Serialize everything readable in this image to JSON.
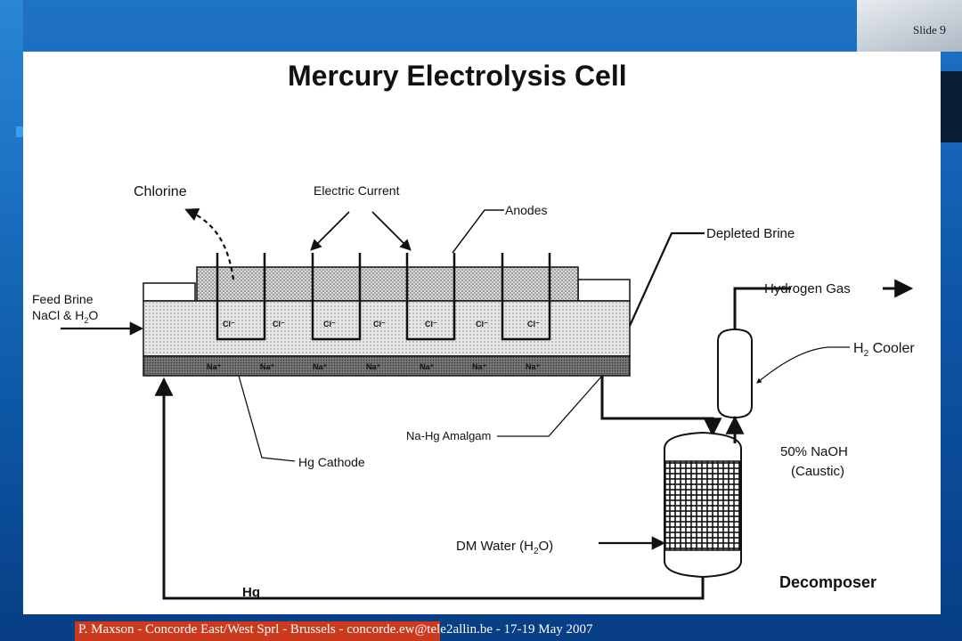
{
  "slide": {
    "label": "Slide",
    "number": "9"
  },
  "footer": {
    "text": "P. Maxson - Concorde East/West Sprl - Brussels - concorde.ew@tele2allin.be - 17-19 May 2007"
  },
  "diagram": {
    "title": "Mercury Electrolysis Cell",
    "labels": {
      "chlorine": "Chlorine",
      "electric_current": "Electric Current",
      "anodes": "Anodes",
      "depleted_brine": "Depleted Brine",
      "feed_brine_1": "Feed Brine",
      "feed_brine_2": "NaCl & H",
      "feed_brine_sub": "2",
      "feed_brine_3": "O",
      "hydrogen_gas": "Hydrogen Gas",
      "h2_cooler_1": "H",
      "h2_cooler_sub": "2",
      "h2_cooler_2": " Cooler",
      "hg_cathode": "Hg Cathode",
      "amalgam": "Na-Hg Amalgam",
      "naoh_1": "50% NaOH",
      "naoh_2": "(Caustic)",
      "dm_water_1": "DM Water (H",
      "dm_water_sub": "2",
      "dm_water_2": "O)",
      "hg": "Hg",
      "decomposer": "Decomposer"
    },
    "ions": {
      "chloride": [
        "Cl⁻",
        "Cl⁻",
        "Cl⁻",
        "Cl⁻",
        "Cl⁻",
        "Cl⁻",
        "Cl⁻"
      ],
      "sodium": [
        "Na⁺",
        "Na⁺",
        "Na⁺",
        "Na⁺",
        "Na⁺",
        "Na⁺",
        "Na⁺"
      ]
    }
  }
}
